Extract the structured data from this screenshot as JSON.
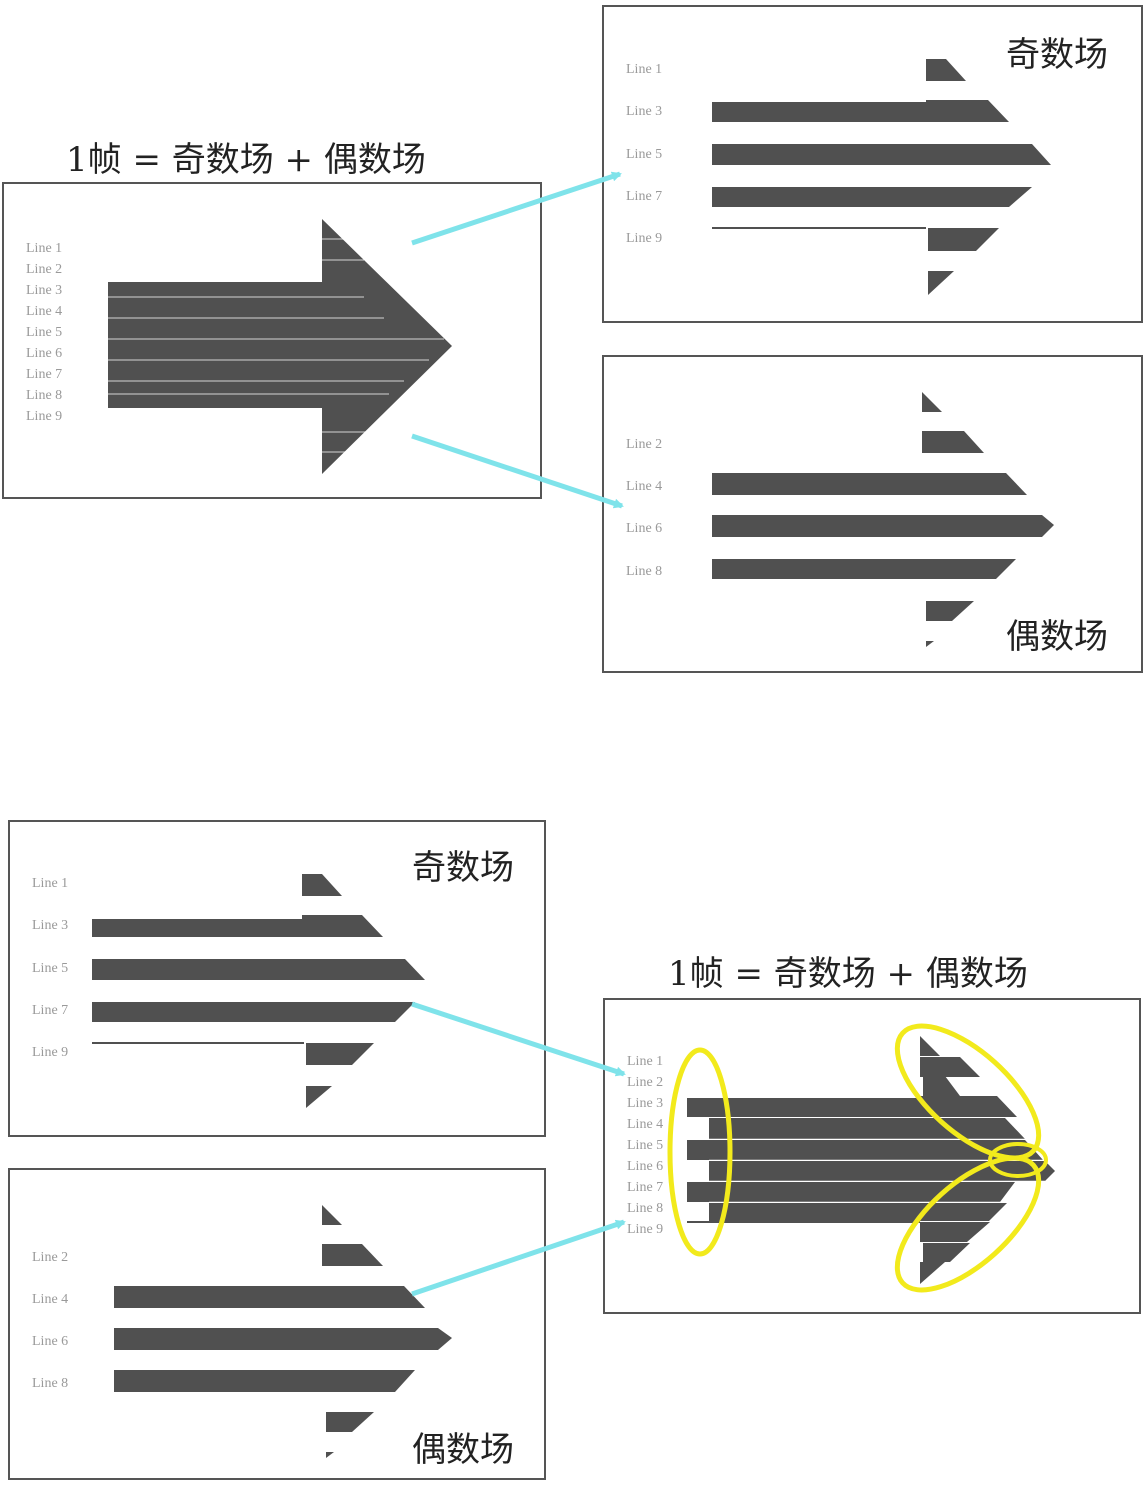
{
  "title_top": "1帧 = 奇数场 + 偶数场",
  "title_bottom": "1帧 = 奇数场 + 偶数场",
  "odd_field_label": "奇数场",
  "even_field_label": "偶数场",
  "full_lines": [
    "Line 1",
    "Line 2",
    "Line 3",
    "Line 4",
    "Line 5",
    "Line 6",
    "Line 7",
    "Line 8",
    "Line 9"
  ],
  "odd_lines": [
    "Line 1",
    "Line 3",
    "Line 5",
    "Line 7",
    "Line 9"
  ],
  "even_lines": [
    "Line 2",
    "Line 4",
    "Line 6",
    "Line 8"
  ],
  "colors": {
    "arrow": "#505050",
    "connector": "#7fe3ea",
    "highlight": "#f2ea1c",
    "frame": "#555555"
  }
}
